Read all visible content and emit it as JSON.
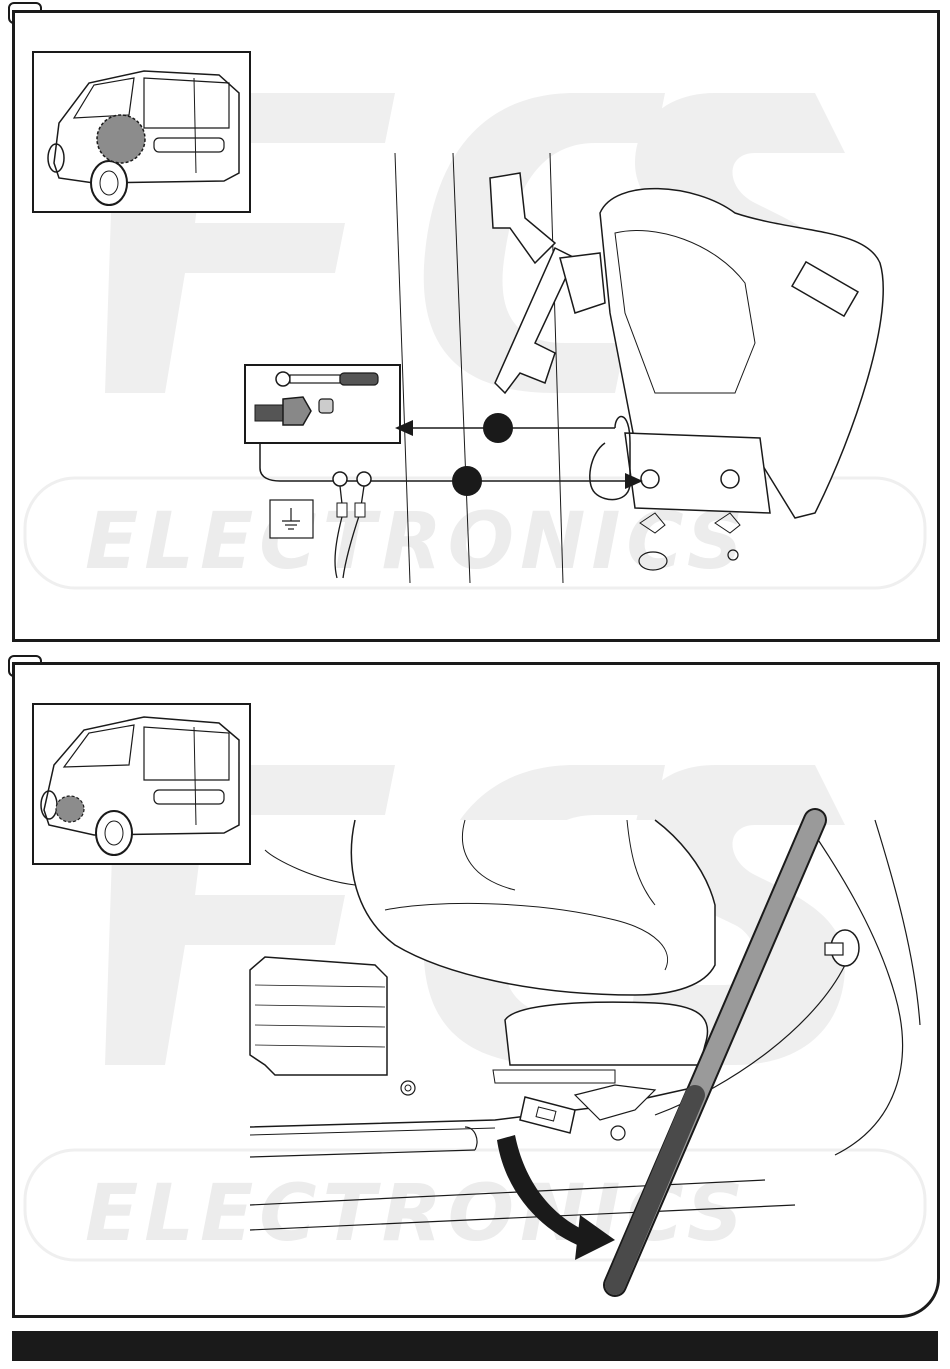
{
  "watermark": {
    "brand": "ECS",
    "text": "ELECTRONICS"
  },
  "steps": [
    {
      "id": 1,
      "label": "",
      "content": "ground-cable-to-rear-bolt"
    },
    {
      "id": 2,
      "label": "",
      "content": "route-harness-under-sill"
    }
  ],
  "icons": {
    "ground": "ground-symbol-icon",
    "tool": "ratchet-wrench-icon",
    "bolt": "bolt-icon",
    "nut": "nut-icon"
  },
  "colors": {
    "line": "#1a1a1a",
    "watermark": "#ececec",
    "highlight": "#8c8c8c"
  }
}
